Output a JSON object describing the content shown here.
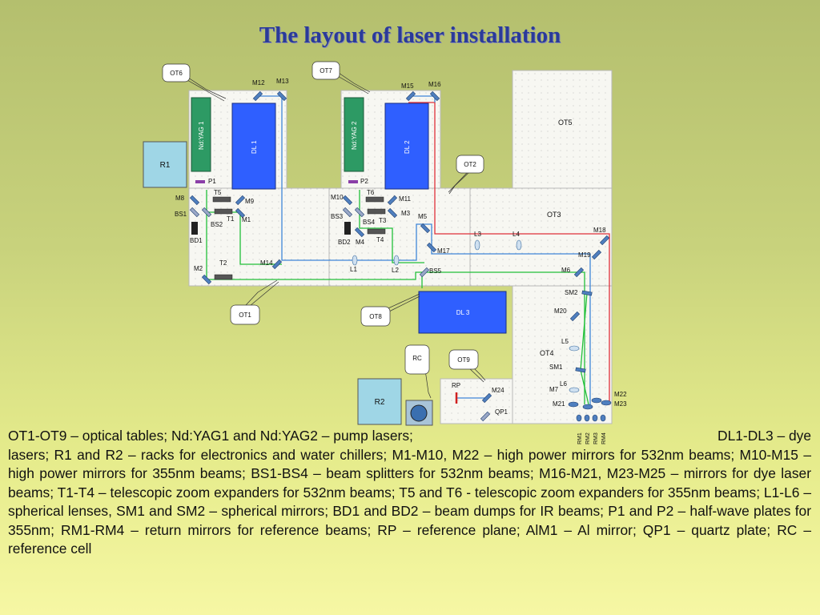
{
  "title": "The layout of laser installation",
  "tables": {
    "ot1": "OT1",
    "ot2": "OT2",
    "ot3": "OT3",
    "ot4": "OT4",
    "ot5": "OT5",
    "ot6": "OT6",
    "ot7": "OT7",
    "ot8": "OT8",
    "ot9": "OT9"
  },
  "lasers": {
    "ndyag1": "Nd:YAG 1",
    "ndyag2": "Nd:YAG 2",
    "dl1": "DL 1",
    "dl2": "DL 2",
    "dl3": "DL 3"
  },
  "racks": {
    "r1": "R1",
    "r2": "R2",
    "rc": "RC"
  },
  "mirrors": {
    "m1": "M1",
    "m2": "M2",
    "m3": "M3",
    "m4": "M4",
    "m5": "M5",
    "m6": "M6",
    "m7": "M7",
    "m8": "M8",
    "m9": "M9",
    "m10": "M10",
    "m11": "M11",
    "m12": "M12",
    "m13": "M13",
    "m14": "M14",
    "m15": "M15",
    "m16": "M16",
    "m17": "M17",
    "m18": "M18",
    "m19": "M19",
    "m20": "M20",
    "m21": "M21",
    "m22": "M22",
    "m23": "M23",
    "m24": "M24"
  },
  "beam_splitters": {
    "bs1": "BS1",
    "bs2": "BS2",
    "bs3": "BS3",
    "bs4": "BS4",
    "bs5": "BS5"
  },
  "telescopes": {
    "t1": "T1",
    "t2": "T2",
    "t3": "T3",
    "t4": "T4",
    "t5": "T5",
    "t6": "T6"
  },
  "lenses": {
    "l1": "L1",
    "l2": "L2",
    "l3": "L3",
    "l4": "L4",
    "l5": "L5",
    "l6": "L6"
  },
  "other": {
    "p1": "P1",
    "p2": "P2",
    "bd1": "BD1",
    "bd2": "BD2",
    "sm1": "SM1",
    "sm2": "SM2",
    "rp": "RP",
    "qp1": "QP1",
    "rm1": "RM1",
    "rm2": "RM2",
    "rm3": "RM3",
    "rm4": "RM4"
  },
  "legend": {
    "line1_left": "OT1-OT9 – optical tables; Nd:YAG1 and Nd:YAG2 – pump lasers;",
    "line1_right": "DL1-DL3 – dye",
    "rest": "lasers; R1 and R2 – racks for electronics and water chillers; M1-M10, M22 – high power mirrors for 532nm beams; M10-M15 – high power mirrors for 355nm beams; BS1-BS4 – beam splitters for 532nm beams; M16-M21, M23-M25 – mirrors for dye laser beams; T1-T4 – telescopic zoom expanders for 532nm beams; T5 and T6 - telescopic zoom expanders for 355nm beams; L1-L6 – spherical lenses, SM1 and SM2 – spherical mirrors; BD1 and BD2 – beam dumps for IR beams; P1 and P2 – half-wave plates for 355nm; RM1-RM4 – return mirrors for reference beams; RP – reference plane; AlM1 – Al mirror; QP1 – quartz plate; RC – reference cell"
  },
  "colors": {
    "table_bg": "#f7f7f2",
    "green_beam": "#22c03a",
    "blue_beam": "#3f86d8",
    "red_beam": "#e0303a",
    "dye_laser": "#2f5fff",
    "pump_laser": "#2d9a64",
    "rack": "#9fd6e6",
    "mirror": "#4f7fbf"
  }
}
